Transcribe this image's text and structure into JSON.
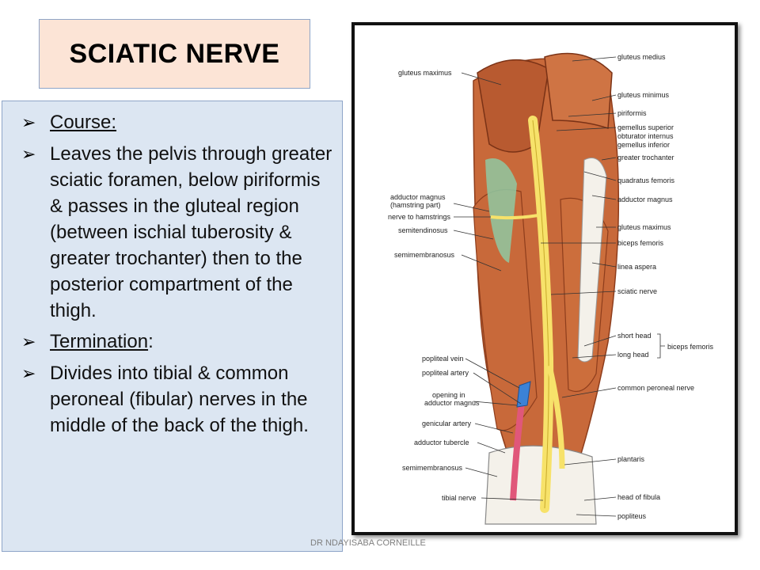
{
  "slide": {
    "title": "SCIATIC NERVE",
    "bullets": [
      {
        "text": "Course:",
        "underline": true
      },
      {
        "text": "Leaves the pelvis through greater sciatic foramen, below piriformis & passes in the gluteal region (between ischial tuberosity & greater trochanter) then to the posterior compartment of the thigh.",
        "underline": false
      },
      {
        "text": "Termination",
        "suffix": ":",
        "underline": true
      },
      {
        "text": "Divides into tibial & common peroneal (fibular) nerves in the middle of the back of the thigh.",
        "underline": false
      }
    ],
    "bullet_icon": "arrow-bullet-icon",
    "footer": "DR NDAYISABA CORNEILLE"
  },
  "figure": {
    "labels_right": [
      "gluteus medius",
      "gluteus minimus",
      "piriformis",
      "gemellus superior",
      "obturator internus",
      "gemellus inferior",
      "greater trochanter",
      "quadratus femoris",
      "adductor magnus",
      "gluteus maximus",
      "biceps femoris",
      "linea aspera",
      "sciatic nerve",
      "short head",
      "long head",
      "biceps femoris",
      "common peroneal nerve",
      "plantaris",
      "head of fibula",
      "popliteus"
    ],
    "labels_left": [
      "gluteus maximus",
      "adductor magnus",
      "(hamstring part)",
      "nerve to hamstrings",
      "semitendinosus",
      "semimembranosus",
      "popliteal vein",
      "popliteal artery",
      "opening in",
      "adductor magnus",
      "genicular artery",
      "adductor tubercle",
      "semimembranosus",
      "tibial nerve"
    ],
    "colors": {
      "muscle": "#c8693a",
      "muscle_dark": "#8e3d1c",
      "nerve": "#f7e26a",
      "artery": "#e0577a",
      "vein": "#3b82d6",
      "bone": "#f4f1ea",
      "fascia": "#8fc9a2"
    }
  }
}
